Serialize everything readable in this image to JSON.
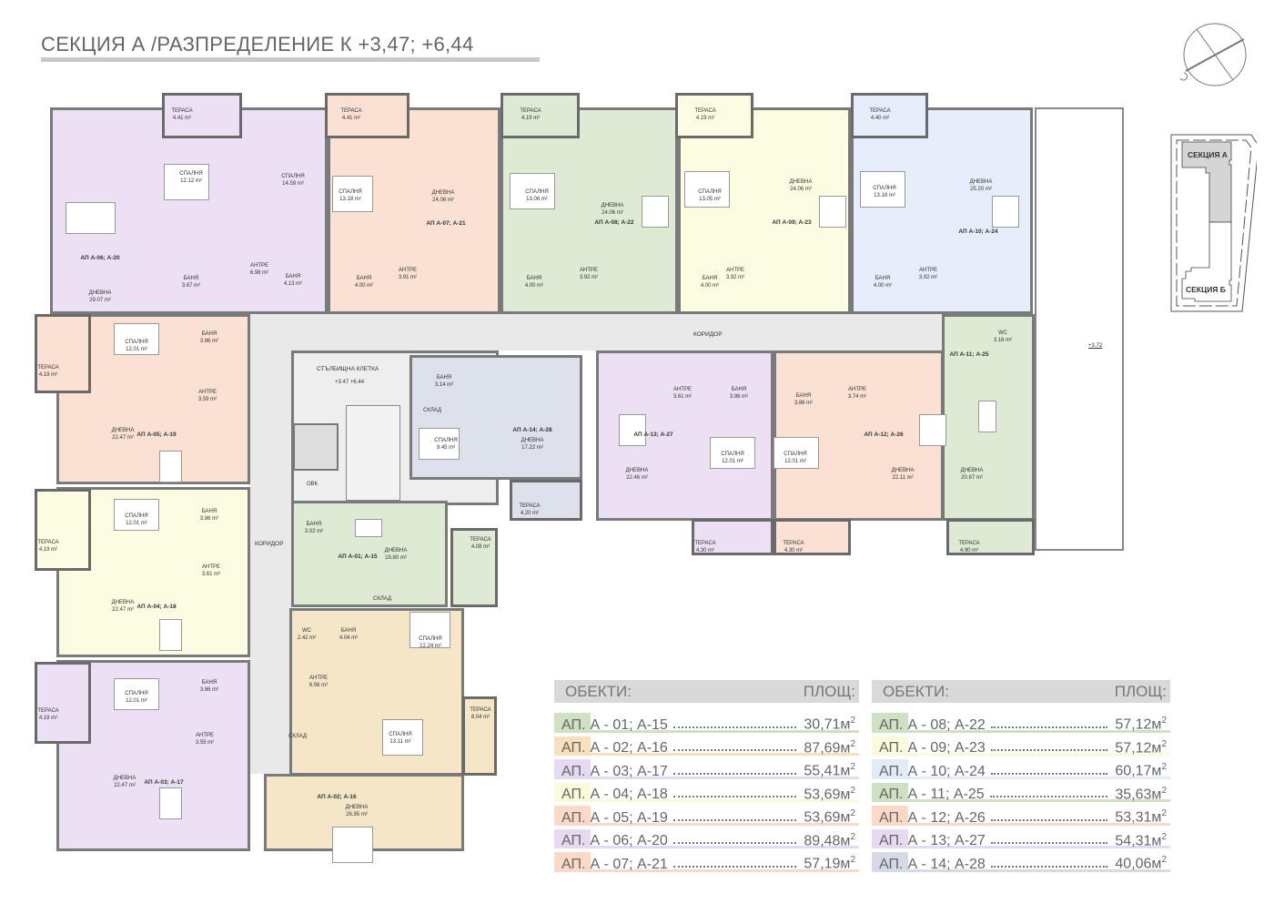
{
  "title": "СЕКЦИЯ А /РАЗПРЕДЕЛЕНИЕ К +3,47; +6,44",
  "colors": {
    "green": "#dfead5",
    "peach": "#fbe1d3",
    "purple": "#ece1f4",
    "yellow": "#fcfce3",
    "blue": "#e5eefa",
    "slate": "#dde1ec",
    "tan": "#f6e6c8",
    "corridor": "#e9e9e9"
  },
  "corridor_labels": [
    "КОРИДОР",
    "КОРИДОР"
  ],
  "stair": {
    "name": "СТЪЛБИЩНА КЛЕТКА",
    "level": "+3.47 +6.44",
    "ovk": "ОВК"
  },
  "terrace_level": "+3.72",
  "inset": {
    "section_a": "СЕКЦИЯ А",
    "section_b": "СЕКЦИЯ Б"
  },
  "apartments": [
    "АП А-06; А-20",
    "АП А-07; А-21",
    "АП А-08; А-22",
    "АП А-09; А-23",
    "АП А-10; А-24",
    "АП А-05; А-19",
    "АП А-04; А-18",
    "АП А-03; А-17",
    "АП А-14; А-28",
    "АП А-01; А-15",
    "АП А-02; А-16",
    "АП А-13; А-27",
    "АП А-12; А-26",
    "АП А-11; А-25"
  ],
  "rooms": [
    {
      "name": "ТЕРАСА",
      "area": "4.41 m²"
    },
    {
      "name": "СПАЛНЯ",
      "area": "12.12 m²"
    },
    {
      "name": "СПАЛНЯ",
      "area": "14.59 m²"
    },
    {
      "name": "АНТРЕ",
      "area": "6.98 m²"
    },
    {
      "name": "БАНЯ",
      "area": "3.67 m²"
    },
    {
      "name": "БАНЯ",
      "area": "4.13 m²"
    },
    {
      "name": "ДНЕВНА",
      "area": "29.07 m²"
    },
    {
      "name": "ТЕРАСА",
      "area": "4.41 m²"
    },
    {
      "name": "СПАЛНЯ",
      "area": "13.18 m²"
    },
    {
      "name": "ДНЕВНА",
      "area": "24.06 m²"
    },
    {
      "name": "АНТРЕ",
      "area": "3.91 m²"
    },
    {
      "name": "БАНЯ",
      "area": "4.00 m²"
    },
    {
      "name": "ТЕРАСА",
      "area": "4.19 m²"
    },
    {
      "name": "СПАЛНЯ",
      "area": "13.06 m²"
    },
    {
      "name": "ДНЕВНА",
      "area": "24.06 m²"
    },
    {
      "name": "АНТРЕ",
      "area": "3.92 m²"
    },
    {
      "name": "БАНЯ",
      "area": "4.00 m²"
    },
    {
      "name": "ТЕРАСА",
      "area": "4.19 m²"
    },
    {
      "name": "СПАЛНЯ",
      "area": "13.05 m²"
    },
    {
      "name": "ДНЕВНА",
      "area": "24.06 m²"
    },
    {
      "name": "АНТРЕ",
      "area": "3.92 m²"
    },
    {
      "name": "БАНЯ",
      "area": "4.00 m²"
    },
    {
      "name": "ТЕРАСА",
      "area": "4.40 m²"
    },
    {
      "name": "СПАЛНЯ",
      "area": "13.18 m²"
    },
    {
      "name": "ДНЕВНА",
      "area": "25.20 m²"
    },
    {
      "name": "АНТРЕ",
      "area": "3.92 m²"
    },
    {
      "name": "БАНЯ",
      "area": "4.00 m²"
    },
    {
      "name": "ТЕРАСА",
      "area": "4.19 m²"
    },
    {
      "name": "СПАЛНЯ",
      "area": "12.01 m²"
    },
    {
      "name": "БАНЯ",
      "area": "3.86 m²"
    },
    {
      "name": "АНТРЕ",
      "area": "3.59 m²"
    },
    {
      "name": "ДНЕВНА",
      "area": "22.47 m²"
    },
    {
      "name": "ТЕРАСА",
      "area": "4.19 m²"
    },
    {
      "name": "СПАЛНЯ",
      "area": "12.01 m²"
    },
    {
      "name": "БАНЯ",
      "area": "3.86 m²"
    },
    {
      "name": "АНТРЕ",
      "area": "3.61 m²"
    },
    {
      "name": "ДНЕВНА",
      "area": "22.47 m²"
    },
    {
      "name": "ТЕРАСА",
      "area": "4.19 m²"
    },
    {
      "name": "СПАЛНЯ",
      "area": "12.01 m²"
    },
    {
      "name": "БАНЯ",
      "area": "3.86 m²"
    },
    {
      "name": "АНТРЕ",
      "area": "3.59 m²"
    },
    {
      "name": "ДНЕВНА",
      "area": "22.47 m²"
    },
    {
      "name": "БАНЯ",
      "area": "3.14 m²"
    },
    {
      "name": "СКЛАД",
      "area": ""
    },
    {
      "name": "СПАЛНЯ",
      "area": "9.45 m²"
    },
    {
      "name": "ДНЕВНА",
      "area": "17.22 m²"
    },
    {
      "name": "ТЕРАСА",
      "area": "4.20 m²"
    },
    {
      "name": "БАНЯ",
      "area": "3.02 m²"
    },
    {
      "name": "ДНЕВНА",
      "area": "18.80 m²"
    },
    {
      "name": "ТЕРАСА",
      "area": "4.08 m²"
    },
    {
      "name": "СКЛАД",
      "area": ""
    },
    {
      "name": "WC",
      "area": "2.42 m²"
    },
    {
      "name": "БАНЯ",
      "area": "4.04 m²"
    },
    {
      "name": "СПАЛНЯ",
      "area": "12.24 m²"
    },
    {
      "name": "АНТРЕ",
      "area": "6.56 m²"
    },
    {
      "name": "СПАЛНЯ",
      "area": "13.11 m²"
    },
    {
      "name": "ТЕРАСА",
      "area": "8.04 m²"
    },
    {
      "name": "ДНЕВНА",
      "area": "26.95 m²"
    },
    {
      "name": "СКЛАД",
      "area": ""
    },
    {
      "name": "АНТРЕ",
      "area": "3.61 m²"
    },
    {
      "name": "БАНЯ",
      "area": "3.86 m²"
    },
    {
      "name": "СПАЛНЯ",
      "area": "12.01 m²"
    },
    {
      "name": "ДНЕВНА",
      "area": "22.46 m²"
    },
    {
      "name": "ТЕРАСА",
      "area": "4.30 m²"
    },
    {
      "name": "БАНЯ",
      "area": "3.86 m²"
    },
    {
      "name": "АНТРЕ",
      "area": "3.74 m²"
    },
    {
      "name": "СПАЛНЯ",
      "area": "12.01 m²"
    },
    {
      "name": "ДНЕВНА",
      "area": "22.11 m²"
    },
    {
      "name": "ТЕРАСА",
      "area": "4.30 m²"
    },
    {
      "name": "WC",
      "area": "3.16 m²"
    },
    {
      "name": "ДНЕВНА",
      "area": "20.87 m²"
    },
    {
      "name": "ТЕРАСА",
      "area": "4.90 m²"
    }
  ],
  "legend": {
    "header_objects": "ОБЕКТИ:",
    "header_area": "ПЛОЩ:",
    "unit_sup": "2",
    "left": [
      {
        "code": "АП.",
        "name": "А - 01; А-15",
        "area": "30,71м",
        "color": "#cfe0c3"
      },
      {
        "code": "АП.",
        "name": "А - 02; А-16",
        "area": "87,69м",
        "color": "#f8e0bf"
      },
      {
        "code": "АП.",
        "name": "А - 03; А-17",
        "area": "55,41м",
        "color": "#e6daf2"
      },
      {
        "code": "АП.",
        "name": "А - 04; А-18",
        "area": "53,69м",
        "color": "#fbfbdc"
      },
      {
        "code": "АП.",
        "name": "А - 05; А-19",
        "area": "53,69м",
        "color": "#fbd9c6"
      },
      {
        "code": "АП.",
        "name": "А - 06; А-20",
        "area": "89,48м",
        "color": "#e6daf2"
      },
      {
        "code": "АП.",
        "name": "А - 07; А-21",
        "area": "57,19м",
        "color": "#fbd9c6"
      }
    ],
    "right": [
      {
        "code": "АП.",
        "name": "А - 08; А-22",
        "area": "57,12м",
        "color": "#cfe0c3"
      },
      {
        "code": "АП.",
        "name": "А - 09; А-23",
        "area": "57,12м",
        "color": "#fbfbdc"
      },
      {
        "code": "АП.",
        "name": "А - 10; А-24",
        "area": "60,17м",
        "color": "#e2ecf8"
      },
      {
        "code": "АП.",
        "name": "А - 11; А-25",
        "area": "35,63м",
        "color": "#cfe0c3"
      },
      {
        "code": "АП.",
        "name": "А - 12; А-26",
        "area": "53,31м",
        "color": "#fbd9c6"
      },
      {
        "code": "АП.",
        "name": "А - 13; А-27",
        "area": "54,31м",
        "color": "#e6daf2"
      },
      {
        "code": "АП.",
        "name": "А - 14; А-28",
        "area": "40,06м",
        "color": "#d5dae6"
      }
    ]
  }
}
